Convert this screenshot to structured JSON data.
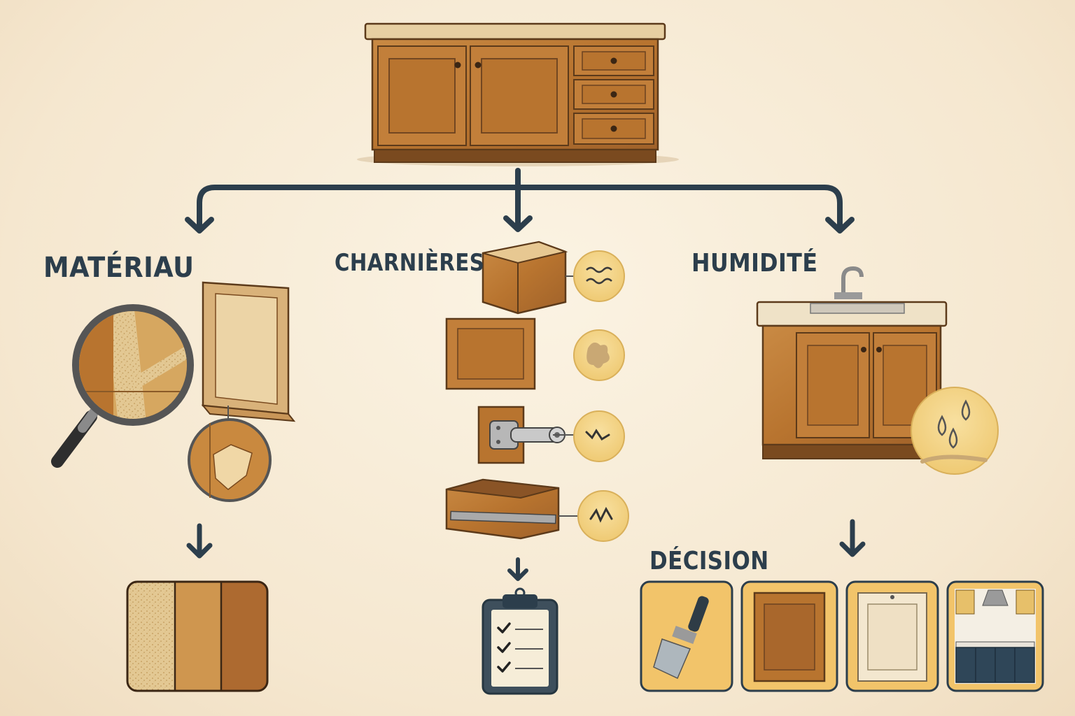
{
  "diagram": {
    "branches": {
      "material": {
        "title": "MATÉRIAU"
      },
      "hinges": {
        "title": "CHARNIÈRES"
      },
      "humidity": {
        "title": "HUMIDITÉ"
      }
    },
    "decision": {
      "title": "DÉCISION"
    }
  },
  "colors": {
    "background": "#f7ecd8",
    "arrow": "#2c3e4c",
    "wood": "#b8742f",
    "wood_dark": "#7a4a1f",
    "badge": "#f3d48a",
    "panel": "#f2c46a"
  },
  "icons": [
    "magnifier-icon",
    "paintbrush-icon",
    "clipboard-checklist-icon",
    "water-drops-icon",
    "hinge-icon",
    "sink-icon"
  ]
}
